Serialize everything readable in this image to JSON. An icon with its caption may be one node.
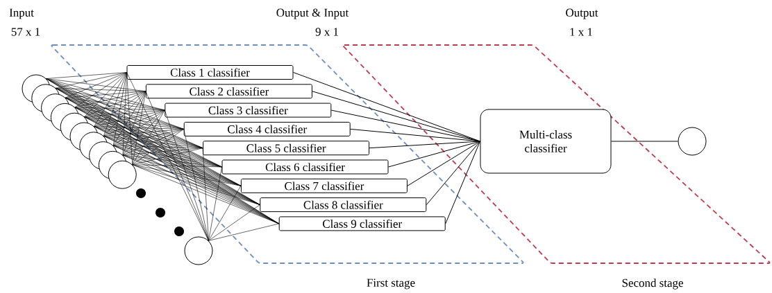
{
  "diagram": {
    "nodes": [
      {
        "text": [],
        "shape": "circle"
      },
      {
        "text": [],
        "shape": "circle"
      },
      {
        "text": [],
        "shape": "circle"
      },
      {
        "text": [],
        "shape": "circle"
      },
      {
        "text": [],
        "shape": "circle"
      },
      {
        "text": [],
        "shape": "circle"
      },
      {
        "text": [],
        "shape": "circle"
      },
      {
        "text": [],
        "shape": "circle"
      },
      {
        "text": [],
        "shape": "circle"
      },
      {
        "text": [],
        "shape": "circle"
      },
      {
        "text": [],
        "shape": "circle"
      },
      {
        "text": [
          "Class 1 classifier"
        ]
      },
      {
        "text": [
          "Class 2 classifier"
        ]
      },
      {
        "text": [
          "Class 3 classifier"
        ]
      },
      {
        "text": [
          "Class 4 classifier"
        ]
      },
      {
        "text": [
          "Class 5 classifier"
        ]
      },
      {
        "text": [
          "Class 6 classifier"
        ]
      },
      {
        "text": [
          "Class 7 classifier"
        ]
      },
      {
        "text": [
          "Class 8 classifier"
        ]
      },
      {
        "text": [
          "Class 9 classifier"
        ]
      },
      {
        "text": [
          "Multi-class classifier"
        ]
      },
      {
        "text": [],
        "shape": "circle"
      }
    ],
    "edges": [
      {
        "from": 0,
        "to": 11,
        "arrow": "none"
      },
      {
        "from": 0,
        "to": 12,
        "arrow": "none"
      },
      {
        "from": 0,
        "to": 13,
        "arrow": "none"
      },
      {
        "from": 0,
        "to": 14,
        "arrow": "none"
      },
      {
        "from": 0,
        "to": 15,
        "arrow": "none"
      },
      {
        "from": 0,
        "to": 16,
        "arrow": "none"
      },
      {
        "from": 0,
        "to": 17,
        "arrow": "none"
      },
      {
        "from": 0,
        "to": 18,
        "arrow": "none"
      },
      {
        "from": 0,
        "to": 19,
        "arrow": "none"
      },
      {
        "from": 1,
        "to": 11,
        "arrow": "none"
      },
      {
        "from": 1,
        "to": 12,
        "arrow": "none"
      },
      {
        "from": 1,
        "to": 13,
        "arrow": "none"
      },
      {
        "from": 1,
        "to": 14,
        "arrow": "none"
      },
      {
        "from": 1,
        "to": 15,
        "arrow": "none"
      },
      {
        "from": 1,
        "to": 16,
        "arrow": "none"
      },
      {
        "from": 1,
        "to": 17,
        "arrow": "none"
      },
      {
        "from": 1,
        "to": 18,
        "arrow": "none"
      },
      {
        "from": 1,
        "to": 19,
        "arrow": "none"
      },
      {
        "from": 2,
        "to": 11,
        "arrow": "none"
      },
      {
        "from": 2,
        "to": 12,
        "arrow": "none"
      },
      {
        "from": 2,
        "to": 13,
        "arrow": "none"
      },
      {
        "from": 2,
        "to": 14,
        "arrow": "none"
      },
      {
        "from": 2,
        "to": 15,
        "arrow": "none"
      },
      {
        "from": 2,
        "to": 16,
        "arrow": "none"
      },
      {
        "from": 2,
        "to": 17,
        "arrow": "none"
      },
      {
        "from": 2,
        "to": 18,
        "arrow": "none"
      },
      {
        "from": 2,
        "to": 19,
        "arrow": "none"
      },
      {
        "from": 3,
        "to": 11,
        "arrow": "none"
      },
      {
        "from": 3,
        "to": 12,
        "arrow": "none"
      },
      {
        "from": 3,
        "to": 13,
        "arrow": "none"
      },
      {
        "from": 3,
        "to": 14,
        "arrow": "none"
      },
      {
        "from": 3,
        "to": 15,
        "arrow": "none"
      },
      {
        "from": 3,
        "to": 16,
        "arrow": "none"
      },
      {
        "from": 3,
        "to": 17,
        "arrow": "none"
      },
      {
        "from": 3,
        "to": 18,
        "arrow": "none"
      },
      {
        "from": 3,
        "to": 19,
        "arrow": "none"
      },
      {
        "from": 4,
        "to": 11,
        "arrow": "none"
      },
      {
        "from": 4,
        "to": 12,
        "arrow": "none"
      },
      {
        "from": 4,
        "to": 13,
        "arrow": "none"
      },
      {
        "from": 4,
        "to": 14,
        "arrow": "none"
      },
      {
        "from": 4,
        "to": 15,
        "arrow": "none"
      },
      {
        "from": 4,
        "to": 16,
        "arrow": "none"
      },
      {
        "from": 4,
        "to": 17,
        "arrow": "none"
      },
      {
        "from": 4,
        "to": 18,
        "arrow": "none"
      },
      {
        "from": 4,
        "to": 19,
        "arrow": "none"
      },
      {
        "from": 5,
        "to": 11,
        "arrow": "none"
      },
      {
        "from": 5,
        "to": 12,
        "arrow": "none"
      },
      {
        "from": 5,
        "to": 13,
        "arrow": "none"
      },
      {
        "from": 5,
        "to": 14,
        "arrow": "none"
      },
      {
        "from": 5,
        "to": 15,
        "arrow": "none"
      },
      {
        "from": 5,
        "to": 16,
        "arrow": "none"
      },
      {
        "from": 5,
        "to": 17,
        "arrow": "none"
      },
      {
        "from": 5,
        "to": 18,
        "arrow": "none"
      },
      {
        "from": 5,
        "to": 19,
        "arrow": "none"
      },
      {
        "from": 6,
        "to": 11,
        "arrow": "none"
      },
      {
        "from": 6,
        "to": 12,
        "arrow": "none"
      },
      {
        "from": 6,
        "to": 13,
        "arrow": "none"
      },
      {
        "from": 6,
        "to": 14,
        "arrow": "none"
      },
      {
        "from": 6,
        "to": 15,
        "arrow": "none"
      },
      {
        "from": 6,
        "to": 16,
        "arrow": "none"
      },
      {
        "from": 6,
        "to": 17,
        "arrow": "none"
      },
      {
        "from": 6,
        "to": 18,
        "arrow": "none"
      },
      {
        "from": 6,
        "to": 19,
        "arrow": "none"
      },
      {
        "from": 7,
        "to": 11,
        "arrow": "none"
      },
      {
        "from": 7,
        "to": 12,
        "arrow": "none"
      },
      {
        "from": 7,
        "to": 13,
        "arrow": "none"
      },
      {
        "from": 7,
        "to": 14,
        "arrow": "none"
      },
      {
        "from": 7,
        "to": 15,
        "arrow": "none"
      },
      {
        "from": 7,
        "to": 16,
        "arrow": "none"
      },
      {
        "from": 7,
        "to": 17,
        "arrow": "none"
      },
      {
        "from": 7,
        "to": 18,
        "arrow": "none"
      },
      {
        "from": 7,
        "to": 19,
        "arrow": "none"
      },
      {
        "from": 8,
        "to": 11,
        "arrow": "none"
      },
      {
        "from": 8,
        "to": 12,
        "arrow": "none"
      },
      {
        "from": 8,
        "to": 13,
        "arrow": "none"
      },
      {
        "from": 8,
        "to": 14,
        "arrow": "none"
      },
      {
        "from": 8,
        "to": 15,
        "arrow": "none"
      },
      {
        "from": 8,
        "to": 16,
        "arrow": "none"
      },
      {
        "from": 8,
        "to": 17,
        "arrow": "none"
      },
      {
        "from": 8,
        "to": 18,
        "arrow": "none"
      },
      {
        "from": 8,
        "to": 19,
        "arrow": "none"
      },
      {
        "from": 9,
        "to": 11,
        "arrow": "none"
      },
      {
        "from": 9,
        "to": 12,
        "arrow": "none"
      },
      {
        "from": 9,
        "to": 13,
        "arrow": "none"
      },
      {
        "from": 9,
        "to": 14,
        "arrow": "none"
      },
      {
        "from": 9,
        "to": 15,
        "arrow": "none"
      },
      {
        "from": 9,
        "to": 16,
        "arrow": "none"
      },
      {
        "from": 9,
        "to": 17,
        "arrow": "none"
      },
      {
        "from": 9,
        "to": 18,
        "arrow": "none"
      },
      {
        "from": 9,
        "to": 19,
        "arrow": "none"
      },
      {
        "from": 10,
        "to": 11,
        "arrow": "none"
      },
      {
        "from": 10,
        "to": 12,
        "arrow": "none"
      },
      {
        "from": 10,
        "to": 13,
        "arrow": "none"
      },
      {
        "from": 10,
        "to": 14,
        "arrow": "none"
      },
      {
        "from": 10,
        "to": 15,
        "arrow": "none"
      },
      {
        "from": 10,
        "to": 16,
        "arrow": "none"
      },
      {
        "from": 10,
        "to": 17,
        "arrow": "none"
      },
      {
        "from": 10,
        "to": 18,
        "arrow": "none"
      },
      {
        "from": 10,
        "to": 19,
        "arrow": "none"
      },
      {
        "from": 11,
        "to": 20,
        "arrow": "none"
      },
      {
        "from": 12,
        "to": 20,
        "arrow": "none"
      },
      {
        "from": 13,
        "to": 20,
        "arrow": "none"
      },
      {
        "from": 14,
        "to": 20,
        "arrow": "none"
      },
      {
        "from": 15,
        "to": 20,
        "arrow": "none"
      },
      {
        "from": 16,
        "to": 20,
        "arrow": "none"
      },
      {
        "from": 17,
        "to": 20,
        "arrow": "none"
      },
      {
        "from": 18,
        "to": 20,
        "arrow": "none"
      },
      {
        "from": 19,
        "to": 20,
        "arrow": "none"
      },
      {
        "from": 20,
        "to": 21,
        "arrow": "none"
      }
    ],
    "labels": [
      "Input",
      "57 x 1",
      "Output & Input",
      "9 x 1",
      "Output",
      "1 x 1",
      "First stage",
      "Second stage"
    ]
  }
}
